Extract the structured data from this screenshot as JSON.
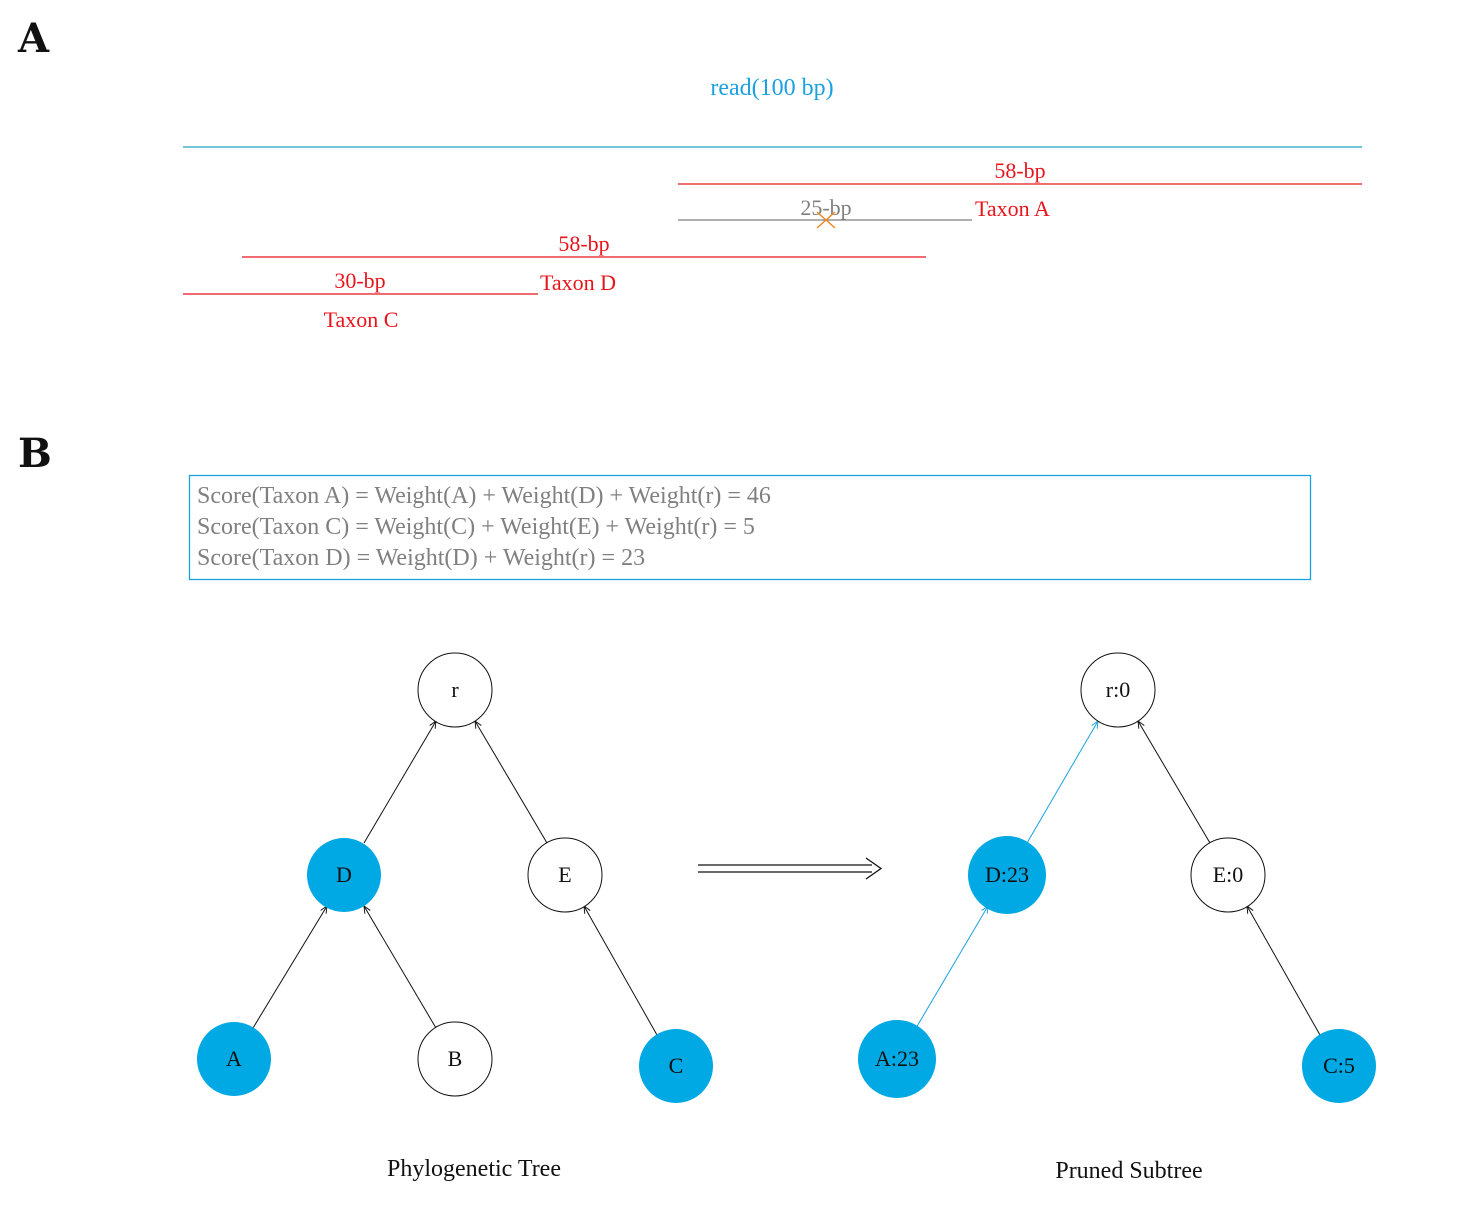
{
  "colors": {
    "accent": "#00a8e4",
    "red": "#e8141b",
    "gray": "#808080",
    "mismatch": "#f08a24",
    "edge": "#111111"
  },
  "panel_a": {
    "label": "A",
    "read_label": "read(100 bp)",
    "fragments": {
      "taxon_a_58": "58-bp",
      "taxon_a_25": "25-bp",
      "taxon_a_name": "Taxon A",
      "taxon_d_58": "58-bp",
      "taxon_d_name": "Taxon D",
      "taxon_c_30": "30-bp",
      "taxon_c_name": "Taxon C"
    },
    "mismatch_icon": "cross-mark"
  },
  "panel_b": {
    "label": "B",
    "scores": [
      "Score(Taxon A) = Weight(A) + Weight(D) + Weight(r) = 46",
      "Score(Taxon C) = Weight(C) + Weight(E) + Weight(r) = 5",
      "Score(Taxon D) = Weight(D) + Weight(r) = 23"
    ],
    "arrow_icon": "double-right-arrow",
    "tree": {
      "caption": "Phylogenetic Tree",
      "nodes": {
        "r": "r",
        "d": "D",
        "e": "E",
        "a": "A",
        "b": "B",
        "c": "C"
      }
    },
    "pruned": {
      "caption": "Pruned Subtree",
      "nodes": {
        "r": "r:0",
        "d": "D:23",
        "e": "E:0",
        "a": "A:23",
        "c": "C:5"
      }
    }
  }
}
